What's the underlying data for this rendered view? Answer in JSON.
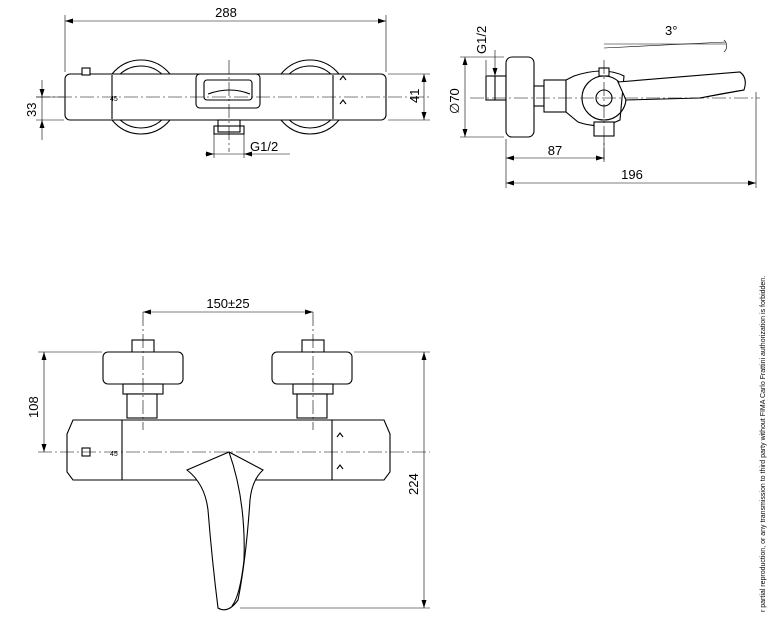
{
  "top_view": {
    "overall_width": "288",
    "pitch_left": "33",
    "body_height": "41",
    "inlet_thread": "G1/2"
  },
  "side_view": {
    "rosette_diameter": "∅70",
    "inlet_thread": "G1/2",
    "spout_angle": "3°",
    "depth_to_outlet": "87",
    "overall_depth": "196"
  },
  "front_view": {
    "centre_distance": "150±25",
    "height_to_axis": "108",
    "overall_height": "224"
  },
  "legal_note": "r partial reproduction, or any transmission to third party without FIMA Carlo Frattini authorization is forbidden."
}
